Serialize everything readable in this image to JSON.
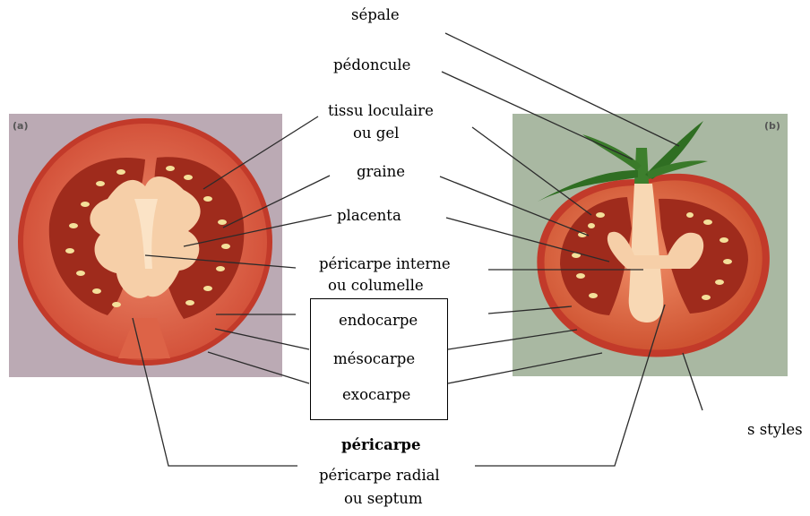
{
  "panels": {
    "left_letter": "(a)",
    "right_letter": "(b)"
  },
  "labels": {
    "sepale": "sépale",
    "pedoncule": "pédoncule",
    "tissu_loculaire_1": "tissu loculaire",
    "tissu_loculaire_2": "ou gel",
    "graine": "graine",
    "placenta": "placenta",
    "pericarpe_interne_1": "péricarpe interne",
    "pericarpe_interne_2": "ou columelle",
    "endocarpe": "endocarpe",
    "mesocarpe": "mésocarpe",
    "exocarpe": "exocarpe",
    "pericarpe": "péricarpe",
    "pericarpe_radial_1": "péricarpe radial",
    "pericarpe_radial_2": "ou septum",
    "styles": "s styles"
  },
  "colors": {
    "left_bg": "#bbaab4",
    "right_bg": "#a9b8a2",
    "skin": "#c23a2a",
    "flesh": "#de6a4d",
    "locule": "#9f2b1c",
    "placenta": "#f6cfa8",
    "seed": "#f4e09a",
    "stem": "#3d7f2d"
  }
}
